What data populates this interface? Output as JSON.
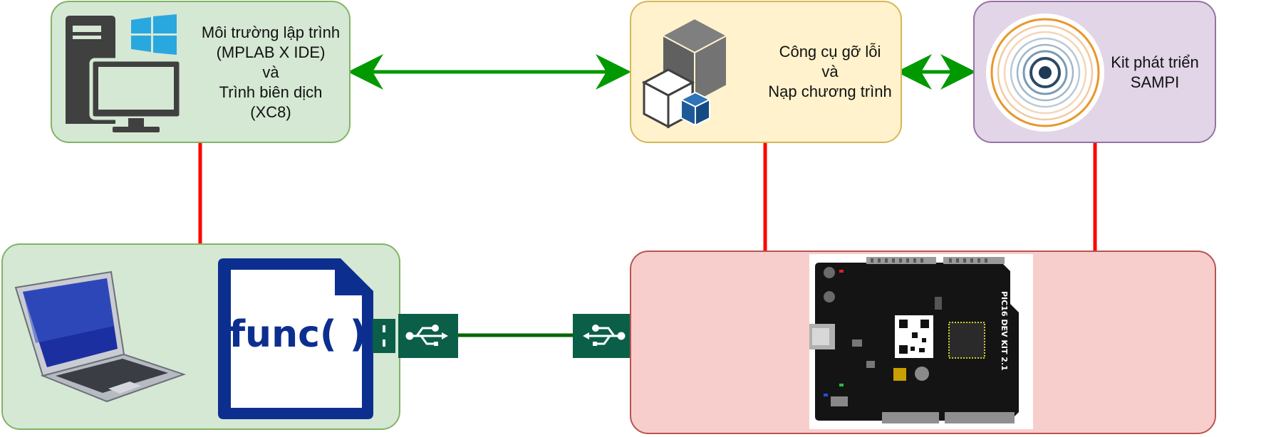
{
  "nodes": {
    "ide": {
      "lines": [
        "Môi trường lập trình",
        "(MPLAB X IDE)",
        "và",
        "Trình biên dịch",
        "(XC8)"
      ],
      "fill": "#d5e8d4",
      "stroke": "#82b366"
    },
    "debugger": {
      "lines": [
        "Công cụ gỡ lỗi",
        "và",
        "Nạp chương trình"
      ],
      "fill": "#fff2cc",
      "stroke": "#d6b656"
    },
    "kit": {
      "lines": [
        "Kit phát triển",
        "SAMPI"
      ],
      "fill": "#e1d5e7",
      "stroke": "#9673a6"
    },
    "laptop": {
      "code_text": "func( )",
      "fill": "#d5e8d4",
      "stroke": "#82b366"
    },
    "board": {
      "board_title": "PIC16 DEV KIT 2.1",
      "fill": "#f8cecc",
      "stroke": "#b85450"
    }
  },
  "colors": {
    "arrow": "#009900",
    "red_link": "#ff0000",
    "usb_line": "#006600",
    "usb_fill": "#0b5e48",
    "code_blue": "#0c2f8f"
  },
  "icons": [
    "desktop-computer-icon",
    "windows-logo-icon",
    "package-boxes-icon",
    "target-rings-icon",
    "laptop-icon",
    "function-file-icon",
    "usb-connector-icon",
    "pic16-board-image"
  ]
}
